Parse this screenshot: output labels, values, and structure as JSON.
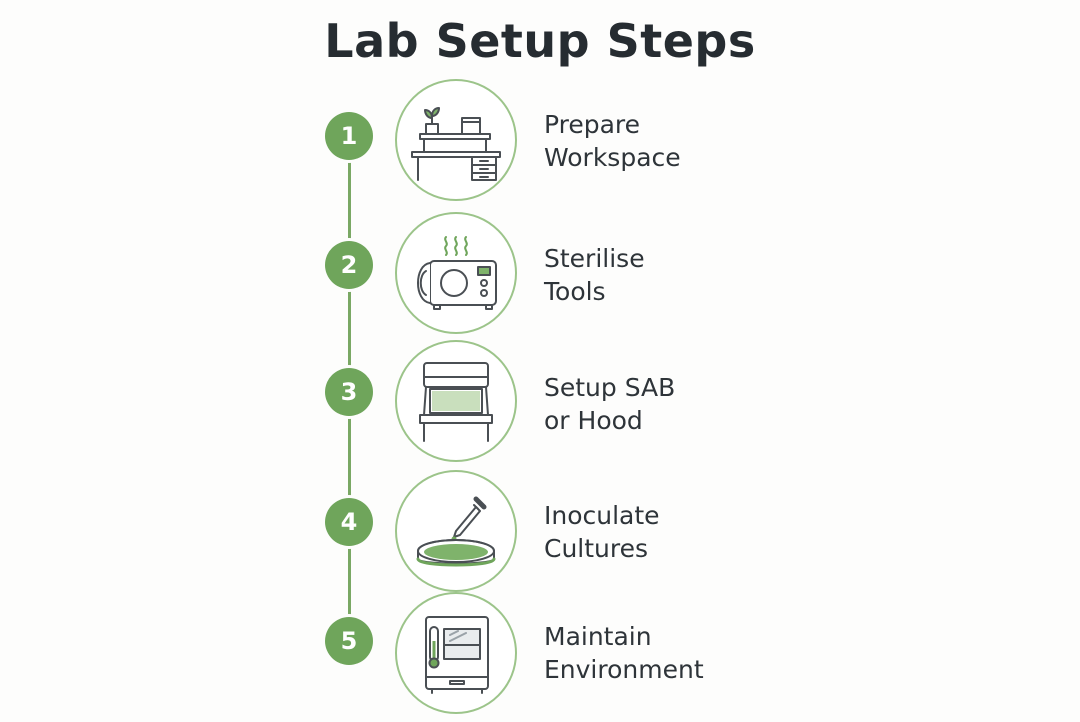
{
  "title": "Lab Setup Steps",
  "colors": {
    "accent": "#6fa55b",
    "outline": "#4a4f54",
    "fill": "#7fb36b"
  },
  "steps": [
    {
      "number": "1",
      "line1": "Prepare",
      "line2": "Workspace",
      "icon": "lab-bench-icon"
    },
    {
      "number": "2",
      "line1": "Sterilise",
      "line2": "Tools",
      "icon": "autoclave-icon"
    },
    {
      "number": "3",
      "line1": "Setup SAB",
      "line2": "or Hood",
      "icon": "fume-hood-icon"
    },
    {
      "number": "4",
      "line1": "Inoculate",
      "line2": "Cultures",
      "icon": "petri-dish-pipette-icon"
    },
    {
      "number": "5",
      "line1": "Maintain",
      "line2": "Environment",
      "icon": "incubator-icon"
    }
  ]
}
